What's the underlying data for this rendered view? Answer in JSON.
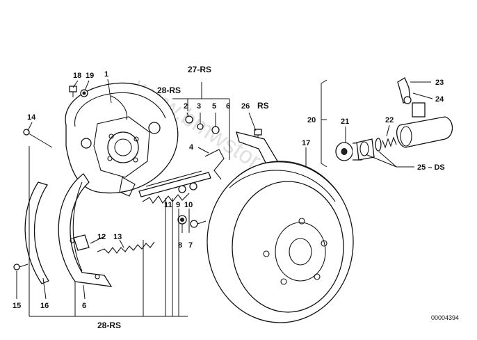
{
  "callouts": {
    "p1": "1",
    "p2": "2",
    "p3": "3",
    "p4": "4",
    "p5": "5",
    "p6": "6",
    "p6b": "6",
    "p7": "7",
    "p8": "8",
    "p9": "9",
    "p10": "10",
    "p11": "11",
    "p12": "12",
    "p13": "13",
    "p14": "14",
    "p15": "15",
    "p16": "16",
    "p17": "17",
    "p18": "18",
    "p19": "19",
    "p20": "20",
    "p21": "21",
    "p22": "22",
    "p23": "23",
    "p24": "24",
    "p25": "25 – DS",
    "p26": "26",
    "rs": "RS",
    "g27": "27-RS",
    "g28top": "28-RS",
    "g28bottom": "28-RS"
  },
  "catalog_number": "00004394",
  "watermark": "www.bmwstore.pl"
}
